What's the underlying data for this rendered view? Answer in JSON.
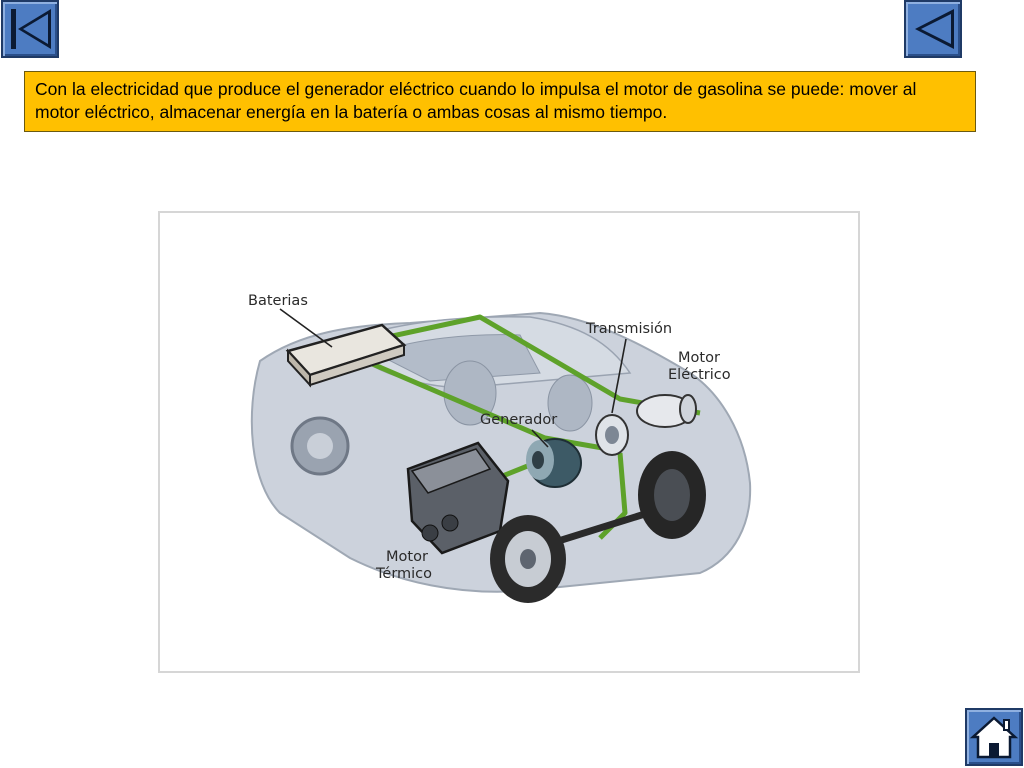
{
  "caption": {
    "text": "Con la electricidad que produce el generador eléctrico cuando lo impulsa el motor de gasolina se puede: mover al motor eléctrico, almacenar energía en la batería o ambas cosas al mismo tiempo."
  },
  "diagram": {
    "labels": {
      "baterias": "Baterias",
      "transmision": "Transmisión",
      "motor_electrico_line1": "Motor",
      "motor_electrico_line2": "Eléctrico",
      "generador": "Generador",
      "motor_termico_line1": "Motor",
      "motor_termico_line2": "Térmico"
    },
    "colors": {
      "power_line": "#5ea22a",
      "car_body": "#c4cbd6",
      "caption_bg": "#ffc000",
      "button_bg": "#4d7cc2"
    }
  },
  "nav": {
    "first_icon": "first-slide-icon",
    "prev_icon": "previous-slide-icon",
    "home_icon": "home-icon"
  }
}
